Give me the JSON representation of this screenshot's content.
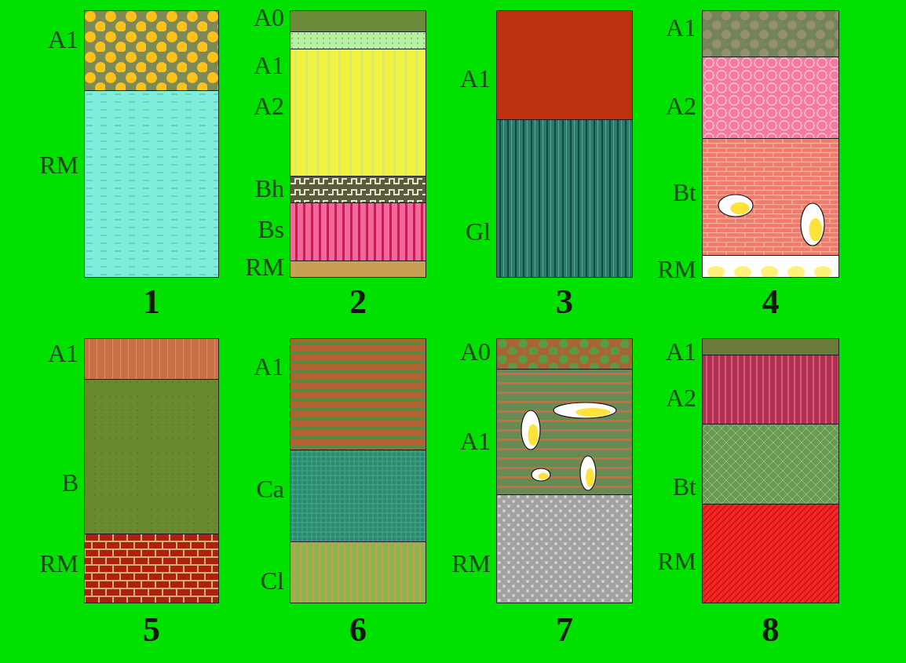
{
  "diagram": {
    "nodes": [
      {
        "text": [
          "1"
        ]
      },
      {
        "text": [
          "A1"
        ],
        "in": 0
      },
      {
        "text": [
          "RM"
        ],
        "in": 0
      },
      {
        "text": [
          "2"
        ]
      },
      {
        "text": [
          "A0"
        ],
        "in": 3
      },
      {
        "text": [
          "A1"
        ],
        "in": 3
      },
      {
        "text": [
          "A2"
        ],
        "in": 3
      },
      {
        "text": [
          "Bh"
        ],
        "in": 3
      },
      {
        "text": [
          "Bs"
        ],
        "in": 3
      },
      {
        "text": [
          "RM"
        ],
        "in": 3
      },
      {
        "text": [
          "3"
        ]
      },
      {
        "text": [
          "A1"
        ],
        "in": 10
      },
      {
        "text": [
          "Gl"
        ],
        "in": 10
      },
      {
        "text": [
          "4"
        ]
      },
      {
        "text": [
          "A1"
        ],
        "in": 13
      },
      {
        "text": [
          "A2"
        ],
        "in": 13
      },
      {
        "text": [
          "Bt"
        ],
        "in": 13
      },
      {
        "text": [
          "RM"
        ],
        "in": 13
      },
      {
        "text": [
          "5"
        ]
      },
      {
        "text": [
          "A1"
        ],
        "in": 18
      },
      {
        "text": [
          "B"
        ],
        "in": 18
      },
      {
        "text": [
          "RM"
        ],
        "in": 18
      },
      {
        "text": [
          "6"
        ]
      },
      {
        "text": [
          "A1"
        ],
        "in": 22
      },
      {
        "text": [
          "Ca"
        ],
        "in": 22
      },
      {
        "text": [
          "Cl"
        ],
        "in": 22
      },
      {
        "text": [
          "7"
        ]
      },
      {
        "text": [
          "A0"
        ],
        "in": 26
      },
      {
        "text": [
          "A1"
        ],
        "in": 26
      },
      {
        "text": [
          "RM"
        ],
        "in": 26
      },
      {
        "text": [
          "8"
        ]
      },
      {
        "text": [
          "A1"
        ],
        "in": 30
      },
      {
        "text": [
          "A2"
        ],
        "in": 30
      },
      {
        "text": [
          "Bt"
        ],
        "in": 30
      },
      {
        "text": [
          "RM"
        ],
        "in": 30
      }
    ]
  }
}
